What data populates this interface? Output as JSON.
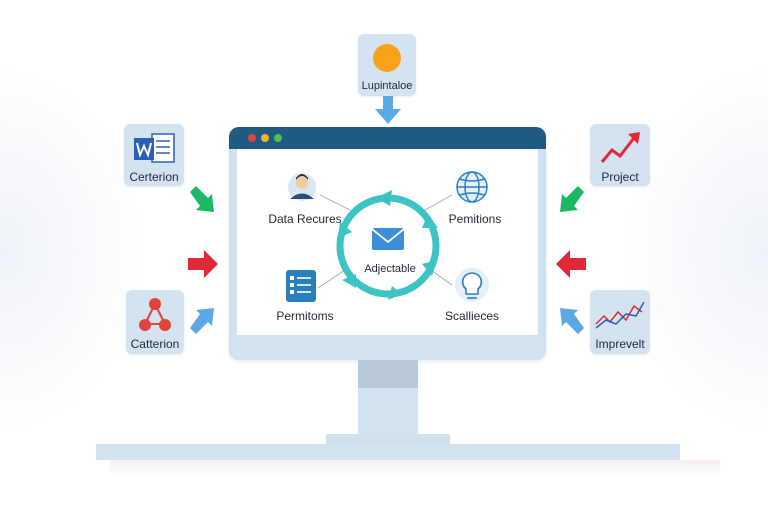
{
  "tiles": {
    "top": {
      "label": "Lupintaloe"
    },
    "left_top": {
      "label": "Certerion"
    },
    "left_bottom": {
      "label": "Catterion"
    },
    "right_top": {
      "label": "Project"
    },
    "right_bottom": {
      "label": "Imprevelt"
    }
  },
  "screen": {
    "top_left_label": "Data Recures",
    "top_right_label": "Pemitions",
    "center_label": "Adjectable",
    "bottom_left_label": "Permitoms",
    "bottom_right_label": "Scallieces"
  },
  "colors": {
    "tile_bg": "#d5e3f1",
    "monitor_bar": "#1f5a80",
    "cycle_arrow": "#3cc4c4",
    "arrow_blue": "#5aa9e6",
    "arrow_green": "#1db865",
    "arrow_red": "#e02837",
    "dot_red": "#e0433b",
    "dot_yellow": "#f2b233",
    "dot_green": "#4cbf56"
  },
  "icons": {
    "top_tile": "sun-icon",
    "left_top_tile": "word-document-icon",
    "left_bottom_tile": "network-nodes-icon",
    "right_top_tile": "trending-up-icon",
    "right_bottom_tile": "line-chart-icon",
    "screen_top_left": "person-avatar-icon",
    "screen_top_right": "globe-icon",
    "screen_center": "envelope-icon",
    "screen_bottom_left": "checklist-icon",
    "screen_bottom_right": "lightbulb-icon"
  }
}
